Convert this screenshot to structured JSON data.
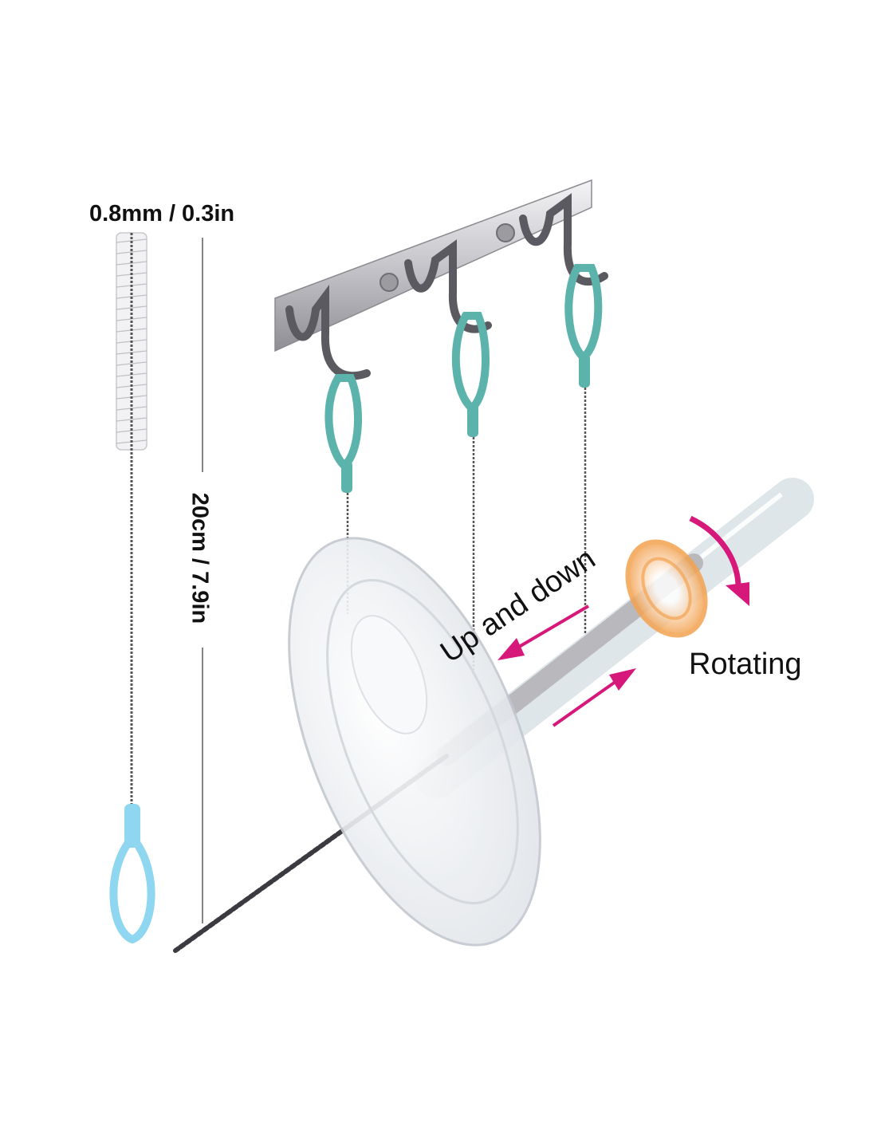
{
  "labels": {
    "diameter": "0.8mm / 0.3in",
    "length": "20cm / 7.9in",
    "motion_linear": "Up and down",
    "motion_rotate": "Rotating"
  },
  "colors": {
    "grip": "#5cb3ab",
    "grip_light": "#8fd6f0",
    "arrow": "#d6187a",
    "steel": "#b9b9bd",
    "ring": "#f3a250"
  }
}
